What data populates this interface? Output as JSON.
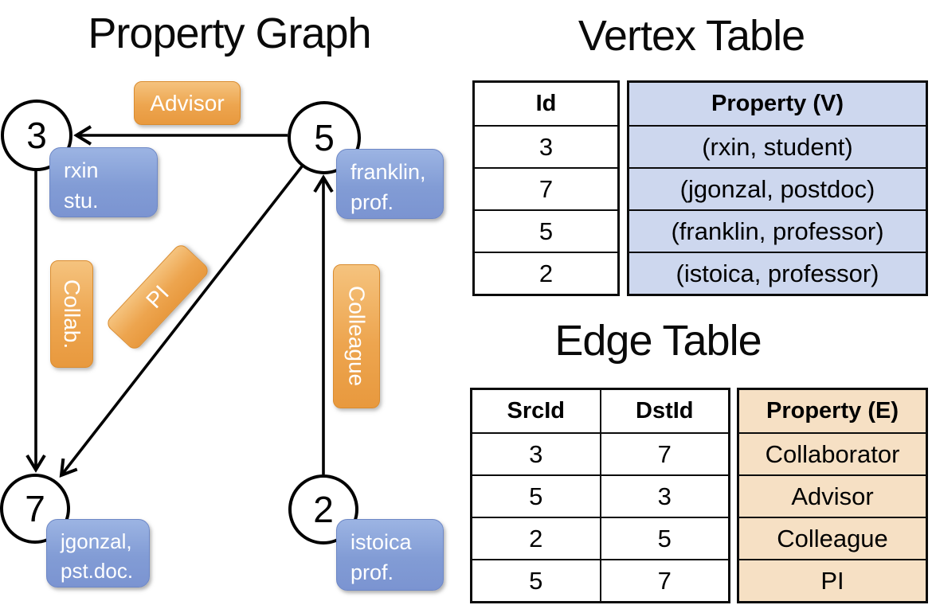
{
  "titles": {
    "graph": "Property Graph",
    "vertex": "Vertex Table",
    "edge": "Edge Table"
  },
  "graph": {
    "nodes": [
      {
        "id": "3"
      },
      {
        "id": "5"
      },
      {
        "id": "7"
      },
      {
        "id": "2"
      }
    ],
    "vertex_cards": [
      {
        "line1": "rxin",
        "line2": "stu."
      },
      {
        "line1": "franklin,",
        "line2": "prof."
      },
      {
        "line1": "jgonzal,",
        "line2": "pst.doc."
      },
      {
        "line1": "istoica",
        "line2": "prof."
      }
    ],
    "edge_labels": [
      {
        "label": "Advisor"
      },
      {
        "label": "Collab."
      },
      {
        "label": "PI"
      },
      {
        "label": "Colleague"
      }
    ]
  },
  "vertex_table": {
    "headers": [
      "Id",
      "Property (V)"
    ],
    "rows": [
      [
        "3",
        "(rxin, student)"
      ],
      [
        "7",
        "(jgonzal, postdoc)"
      ],
      [
        "5",
        "(franklin, professor)"
      ],
      [
        "2",
        "(istoica, professor)"
      ]
    ]
  },
  "edge_table": {
    "headers": [
      "SrcId",
      "DstId",
      "Property (E)"
    ],
    "rows": [
      [
        "3",
        "7",
        "Collaborator"
      ],
      [
        "5",
        "3",
        "Advisor"
      ],
      [
        "2",
        "5",
        "Colleague"
      ],
      [
        "5",
        "7",
        "PI"
      ]
    ]
  },
  "colors": {
    "line": "#000000",
    "orange_top": "#f5c37e",
    "orange_bottom": "#e8993e",
    "blue_top": "#9cb4e3",
    "blue_bottom": "#7b94d1",
    "vertex_cell_bg": "#cdd7ee",
    "edge_cell_bg": "#f6e0c4"
  }
}
